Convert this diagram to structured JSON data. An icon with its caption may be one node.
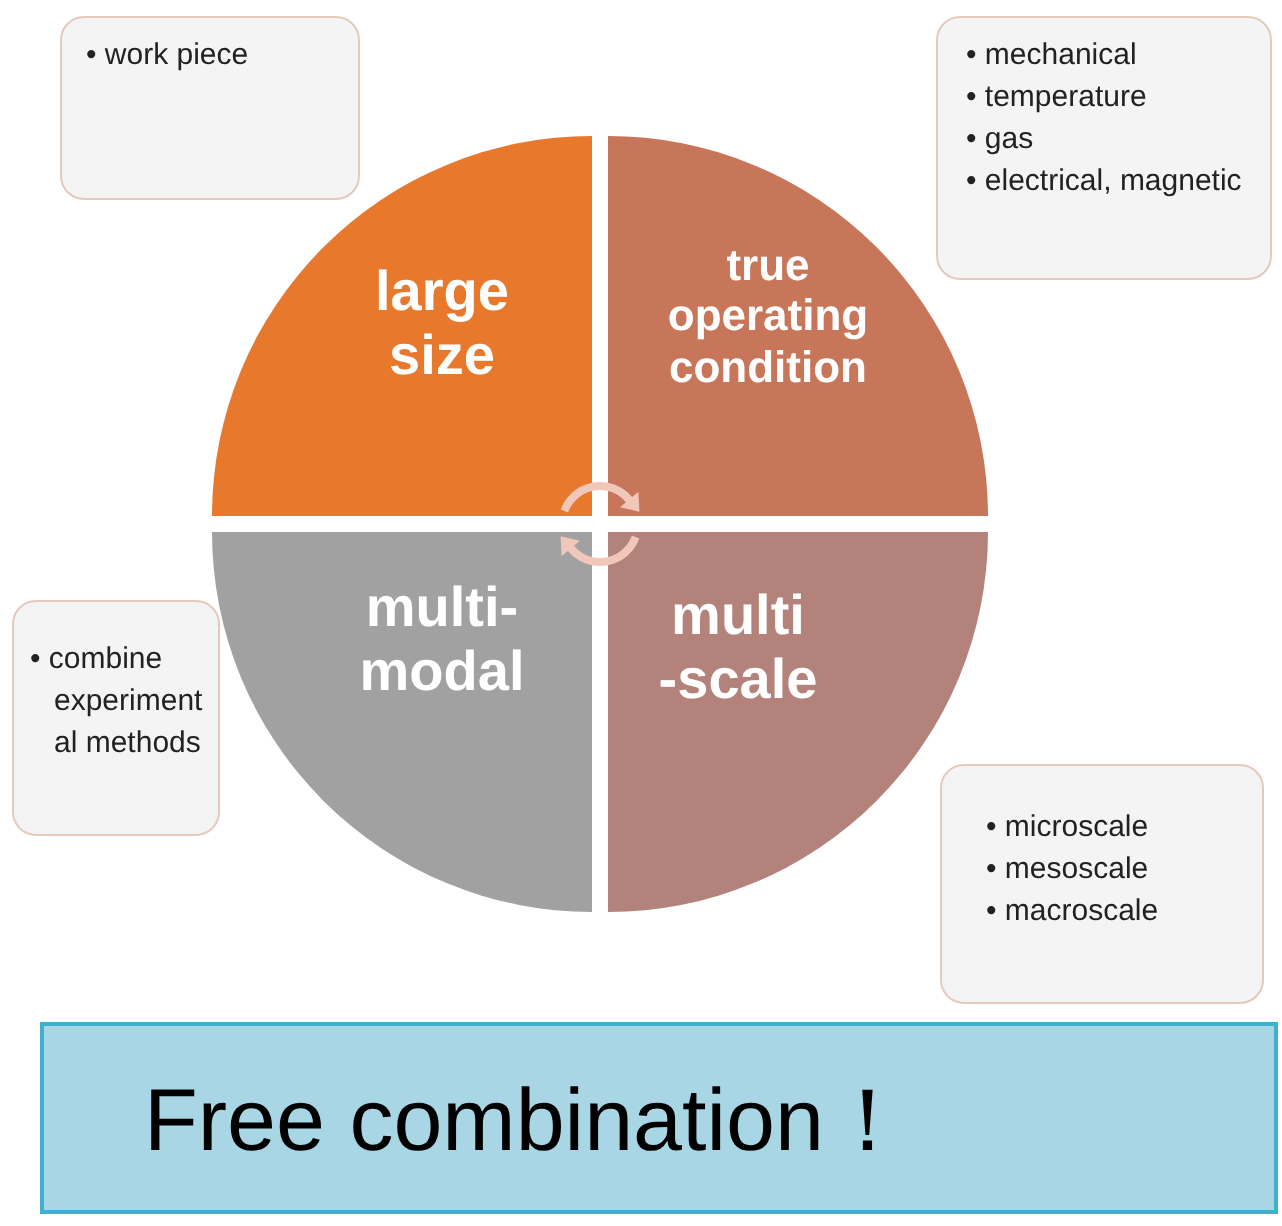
{
  "diagram": {
    "nodes": [
      {
        "text": [
          "• work piece"
        ]
      },
      {
        "text": [
          "large size"
        ]
      },
      {
        "text": [
          "true operating condition"
        ]
      },
      {
        "text": [
          "• mechanical",
          "• temperature",
          "• gas",
          "• electrical, magnetic"
        ]
      },
      {
        "text": [
          "multi- modal"
        ]
      },
      {
        "text": [
          "multi -scale"
        ]
      },
      {
        "text": [
          "• combine experiment al methods"
        ]
      },
      {
        "text": [
          "• microscale",
          "• mesoscale",
          "• macroscale"
        ]
      },
      {
        "text": [
          "Free combination！"
        ]
      }
    ]
  }
}
